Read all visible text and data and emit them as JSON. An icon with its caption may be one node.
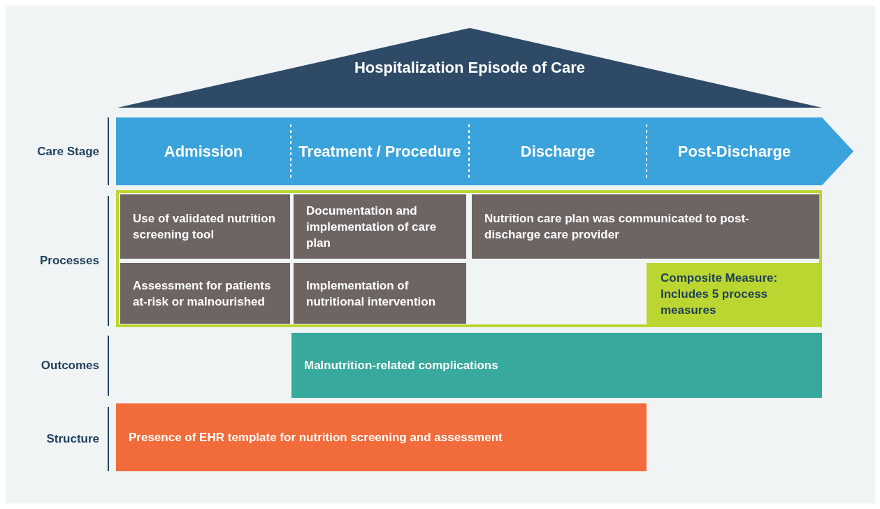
{
  "diagram": {
    "nodes": [
      {
        "text": [
          "Hospitalization Episode of Care"
        ]
      },
      {
        "text": [],
        "shape": "arrow"
      },
      {
        "text": [
          "Admission"
        ],
        "in": 1
      },
      {
        "text": [
          "Treatment / Procedure"
        ],
        "in": 1
      },
      {
        "text": [
          "Discharge"
        ],
        "in": 1
      },
      {
        "text": [
          "Post-Discharge"
        ],
        "in": 1
      },
      {
        "text": [],
        "shape": "box"
      },
      {
        "text": [
          "Use of validated nutrition screening tool"
        ],
        "in": 6
      },
      {
        "text": [
          "Documentation and implementation of care plan"
        ],
        "in": 6
      },
      {
        "text": [
          "Nutrition care plan was communicated to post-discharge care provider"
        ],
        "in": 6
      },
      {
        "text": [
          "Assessment for patients at-risk or malnourished"
        ],
        "in": 6
      },
      {
        "text": [
          "Implementation of nutritional intervention"
        ],
        "in": 6
      },
      {
        "text": [
          "Composite Measure:",
          "Includes 5 process measures"
        ],
        "in": 6
      },
      {
        "text": [
          "Malnutrition-related complications"
        ]
      },
      {
        "text": [
          "Presence of EHR template for nutrition screening and assessment"
        ]
      }
    ],
    "labels": [
      "Care Stage",
      "Processes",
      "Outcomes",
      "Structure"
    ]
  }
}
